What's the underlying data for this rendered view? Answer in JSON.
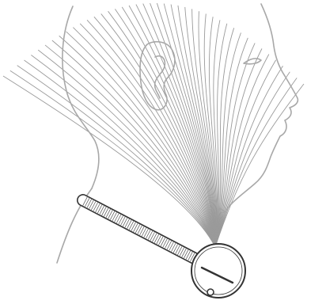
{
  "colors": {
    "background": "#ffffff",
    "waves": "#9a9a9a",
    "profile": "#a8a8a8",
    "device_stroke": "#333333",
    "device_fill": "#ffffff",
    "handle_ridges": "#555555"
  },
  "illustration": {
    "subject": "head-and-neck-profile",
    "device": "handheld-ultrasound-probe",
    "emission": "fan-of-waves"
  }
}
